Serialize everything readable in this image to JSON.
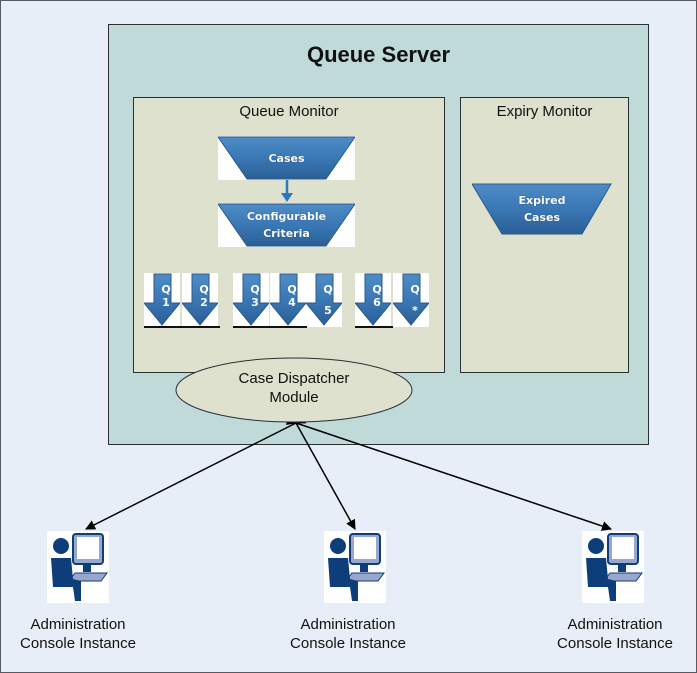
{
  "server": {
    "title": "Queue Server"
  },
  "queue_monitor": {
    "title": "Queue Monitor",
    "cases_label": "Cases",
    "criteria_label_line1": "Configurable",
    "criteria_label_line2": "Criteria",
    "queues": [
      {
        "letter": "Q",
        "id": "1"
      },
      {
        "letter": "Q",
        "id": "2"
      },
      {
        "letter": "Q",
        "id": "3"
      },
      {
        "letter": "Q",
        "id": "4"
      },
      {
        "letter": "Q",
        "id": "5"
      },
      {
        "letter": "Q",
        "id": "6"
      },
      {
        "letter": "Q",
        "id": "*"
      }
    ]
  },
  "expiry_monitor": {
    "title": "Expiry Monitor",
    "expired_label_line1": "Expired",
    "expired_label_line2": "Cases"
  },
  "dispatcher": {
    "line1": "Case Dispatcher",
    "line2": "Module"
  },
  "consoles": [
    {
      "line1": "Administration",
      "line2": "Console Instance"
    },
    {
      "line1": "Administration",
      "line2": "Console Instance"
    },
    {
      "line1": "Administration",
      "line2": "Console Instance"
    }
  ],
  "colors": {
    "funnel_blue": "#3a78b5",
    "icon_blue": "#0d3e7a",
    "server_bg": "#c0dad9",
    "monitor_bg": "#dde1cd",
    "canvas_bg": "#e8eef7"
  }
}
